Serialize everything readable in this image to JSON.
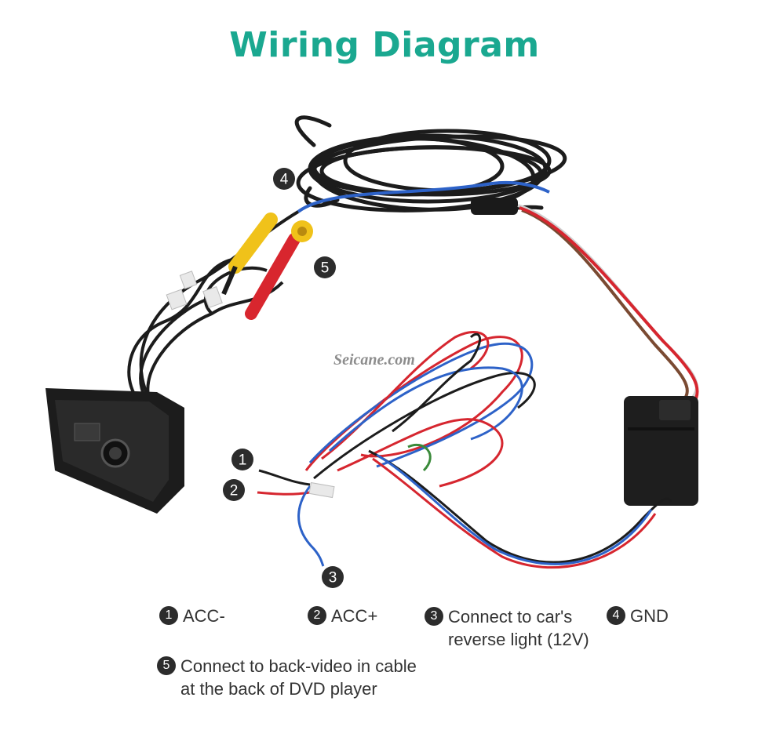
{
  "title": "Wiring Diagram",
  "watermark": "Seicane.com",
  "markers": [
    "1",
    "2",
    "3",
    "4",
    "5"
  ],
  "legend": [
    {
      "num": "1",
      "text": "ACC-"
    },
    {
      "num": "2",
      "text": "ACC+"
    },
    {
      "num": "3",
      "text": "Connect to car's",
      "text2": "reverse light (12V)"
    },
    {
      "num": "4",
      "text": "GND"
    },
    {
      "num": "5",
      "text": "Connect to back-video in cable",
      "text2": "at the back of DVD player"
    }
  ],
  "colors": {
    "title": "#1aa890",
    "wire_black": "#1b1b1b",
    "wire_blue": "#2d62c8",
    "wire_red": "#d6262f",
    "rca_yellow": "#f0c21a",
    "rca_red": "#d8262e"
  }
}
